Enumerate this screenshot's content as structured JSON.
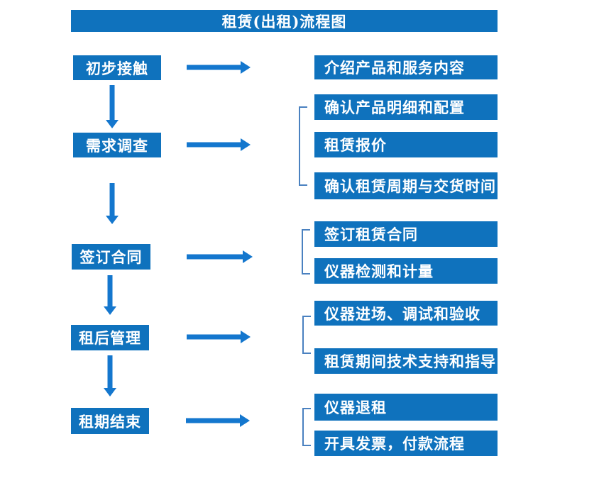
{
  "title": "租赁(出租)流程图",
  "steps": [
    {
      "label": "初步接触",
      "outputs": [
        "介绍产品和服务内容"
      ]
    },
    {
      "label": "需求调查",
      "outputs": [
        "确认产品明细和配置",
        "租赁报价",
        "确认租赁周期与交货时间"
      ]
    },
    {
      "label": "签订合同",
      "outputs": [
        "签订租赁合同",
        "仪器检测和计量"
      ]
    },
    {
      "label": "租后管理",
      "outputs": [
        "仪器进场、调试和验收",
        "租赁期间技术支持和指导"
      ]
    },
    {
      "label": "租期结束",
      "outputs": [
        "仪器退租",
        "开具发票，付款流程"
      ]
    }
  ],
  "colors": {
    "box_blue": "#0F72BD",
    "arrow_blue": "#1477CE",
    "bracket_blue": "#4A81C0",
    "text_white": "#FFFFFF",
    "background": "#FFFFFF"
  }
}
